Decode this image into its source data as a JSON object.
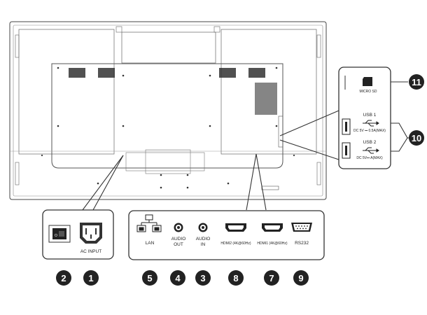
{
  "ports": {
    "ac_input": "AC INPUT",
    "lan": "LAN",
    "audio_out": [
      "AUDIO",
      "OUT"
    ],
    "audio_in": [
      "AUDIO",
      "IN"
    ],
    "hdmi2": "HDMI2 (4K@60Hz)",
    "hdmi1": "HDMI1 (4K@60Hz)",
    "rs232": "RS232",
    "micro_sd": "MICRO SD",
    "usb1": "USB 1",
    "usb1_spec": "DC 5V ⎓ 0.5A(MAX)",
    "usb2": "USB 2",
    "usb2_spec": "DC 5V⎓ A(MAX)"
  },
  "callouts": {
    "c1": "1",
    "c2": "2",
    "c4": "4",
    "c3": "3",
    "c5": "5",
    "c6": "8",
    "c7": "7",
    "c9": "9",
    "c10": "10",
    "c11": "11"
  },
  "colors": {
    "callout_fill": "#222222",
    "line": "#333333"
  }
}
